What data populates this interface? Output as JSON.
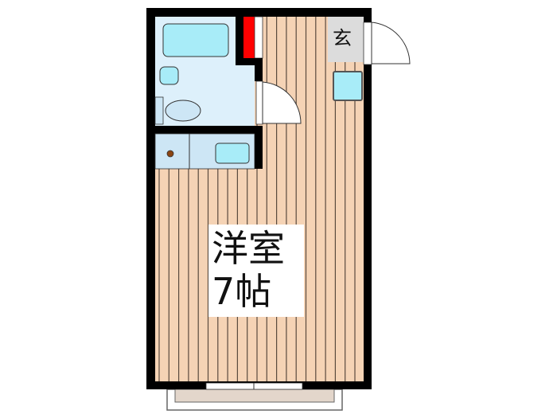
{
  "room": {
    "name": "洋室",
    "size": "7帖"
  },
  "entrance": {
    "label": "玄"
  },
  "colors": {
    "floor": "#f5d3b5",
    "wet_area": "#ddf0fb",
    "fixture": "#a8ecf8",
    "wall": "#000000",
    "closet": "#ff0000",
    "genkan": "#dcdcdc",
    "balcony": "#e3d6cb"
  }
}
